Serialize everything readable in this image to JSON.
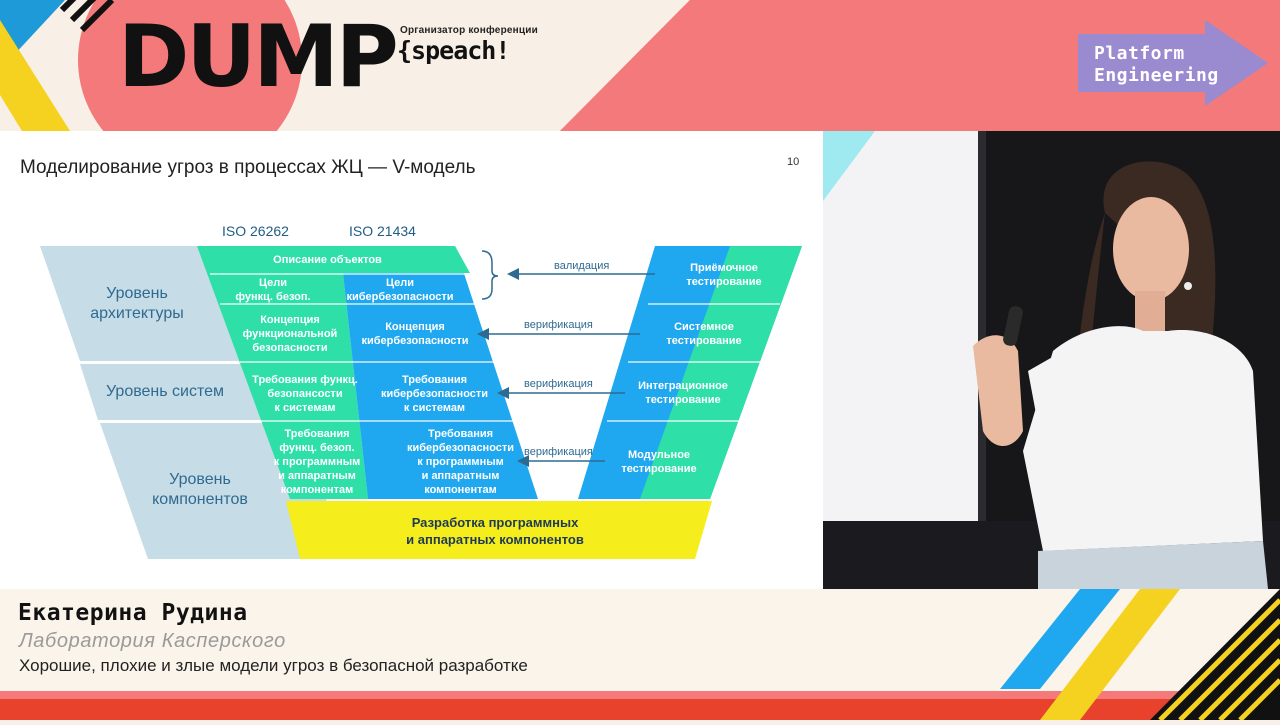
{
  "header": {
    "event_logo": "DUMP",
    "organizer_label": "Организатор конференции",
    "organizer_logo": "{speach!",
    "track_badge_line1": "Platform",
    "track_badge_line2": "Engineering"
  },
  "slide": {
    "title": "Моделирование угроз в процессах ЖЦ — V-модель",
    "page_number": "10",
    "standards": [
      "ISO 26262",
      "ISO 21434"
    ],
    "levels": [
      {
        "line1": "Уровень",
        "line2": "архитектуры"
      },
      {
        "line1": "Уровень систем",
        "line2": ""
      },
      {
        "line1": "Уровень",
        "line2": "компонентов"
      }
    ],
    "left_cells": {
      "objects": "Описание объектов",
      "safety_goals_1": "Цели",
      "safety_goals_2": "функц. безоп.",
      "cyber_goals_1": "Цели",
      "cyber_goals_2": "кибербезопасности",
      "safety_concept_1": "Концепция",
      "safety_concept_2": "функциональной",
      "safety_concept_3": "безопасности",
      "cyber_concept_1": "Концепция",
      "cyber_concept_2": "кибербезопасности",
      "safety_sys_1": "Требования функц.",
      "safety_sys_2": "безопансости",
      "safety_sys_3": "к системам",
      "cyber_sys_1": "Требования",
      "cyber_sys_2": "кибербезопасности",
      "cyber_sys_3": "к системам",
      "safety_comp_1": "Требования",
      "safety_comp_2": "функц. безоп.",
      "safety_comp_3": "к программным",
      "safety_comp_4": "и аппаратным",
      "safety_comp_5": "компонентам",
      "cyber_comp_1": "Требования",
      "cyber_comp_2": "кибербезопасности",
      "cyber_comp_3": "к программным",
      "cyber_comp_4": "и аппаратным",
      "cyber_comp_5": "компонентам"
    },
    "right_cells": {
      "acceptance_1": "Приёмочное",
      "acceptance_2": "тестирование",
      "system_1": "Системное",
      "system_2": "тестирование",
      "integration_1": "Интеграционное",
      "integration_2": "тестирование",
      "module_1": "Модульное",
      "module_2": "тестирование"
    },
    "arrows": [
      "валидация",
      "верификация",
      "верификация",
      "верификация"
    ],
    "development_1": "Разработка программных",
    "development_2": "и аппаратных компонентов",
    "colors": {
      "level_band": "#c6dce6",
      "safety_green": "#2ee0a8",
      "cyber_blue": "#1fa8f0",
      "development_yellow": "#f5ee1c",
      "arrow": "#2f6a91"
    }
  },
  "lower_third": {
    "speaker_name": "Екатерина Рудина",
    "company": "Лаборатория Касперского",
    "talk_title": "Хорошие, плохие и злые модели угроз в безопасной разработке"
  }
}
